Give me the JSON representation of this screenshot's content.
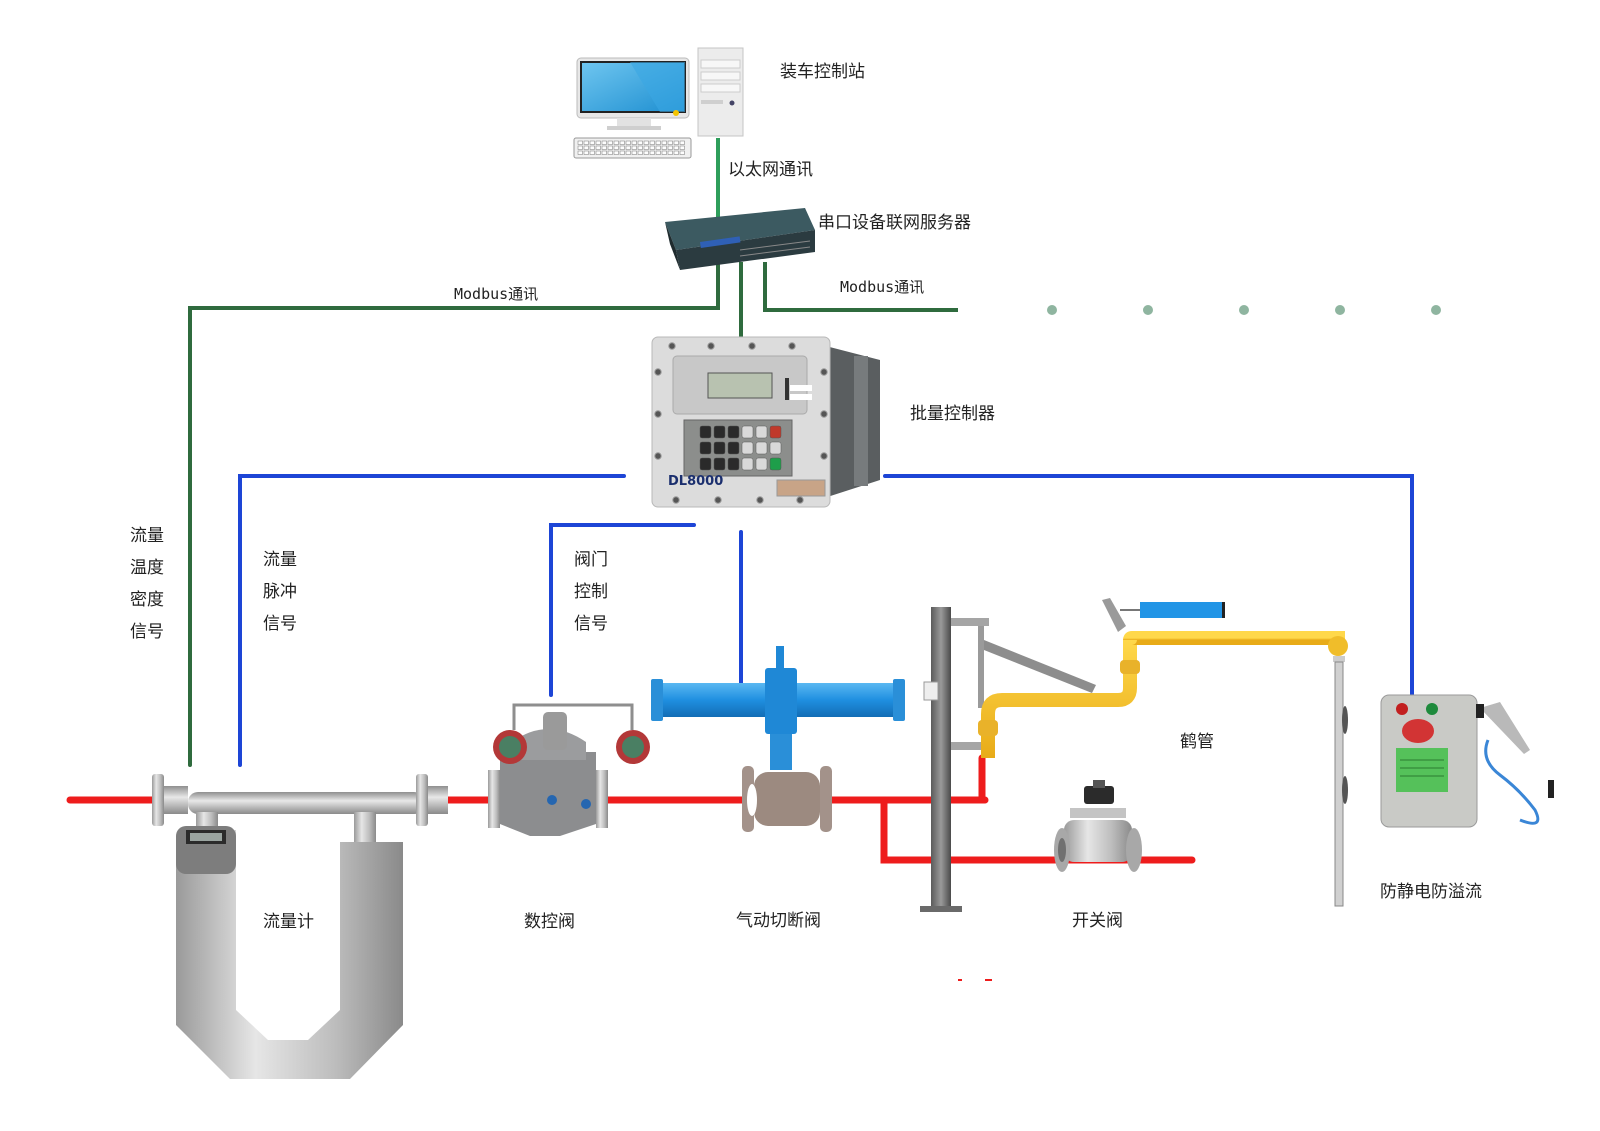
{
  "title": "装车控制系统示意图",
  "colors": {
    "ethernet": "#2e9e5b",
    "modbus": "#2f6b3e",
    "signal": "#1d45d6",
    "pipe": "#ee1c1c",
    "crane_arm": "#f4c22c",
    "dots": "#8fb5a0"
  },
  "devices": {
    "station": {
      "label": "装车控制站",
      "icon": "desktop-computer-icon"
    },
    "serial_server": {
      "label": "串口设备联网服务器",
      "icon": "network-server-icon"
    },
    "batch_controller": {
      "label": "批量控制器",
      "model": "DL8000",
      "icon": "batch-controller-icon"
    },
    "flowmeter": {
      "label": "流量计",
      "icon": "coriolis-flowmeter-icon"
    },
    "control_valve": {
      "label": "数控阀",
      "icon": "control-valve-icon"
    },
    "pneumatic_valve": {
      "label": "气动切断阀",
      "icon": "pneumatic-ball-valve-icon"
    },
    "switch_valve": {
      "label": "开关阀",
      "icon": "solenoid-valve-icon"
    },
    "loading_arm": {
      "label": "鹤管",
      "icon": "loading-arm-icon"
    },
    "antistatic": {
      "label": "防静电防溢流",
      "icon": "antistatic-overflow-icon"
    }
  },
  "links": {
    "ethernet": "以太网通讯",
    "modbus_left": "Modbus通讯",
    "modbus_right": "Modbus通讯"
  },
  "signals": {
    "flow_temp_density": [
      "流量",
      "温度",
      "密度",
      "信号"
    ],
    "flow_pulse": [
      "流量",
      "脉冲",
      "信号"
    ],
    "valve_control": [
      "阀门",
      "控制",
      "信号"
    ]
  },
  "more_indicator": {
    "count": 5,
    "meaning": "ellipsis"
  }
}
